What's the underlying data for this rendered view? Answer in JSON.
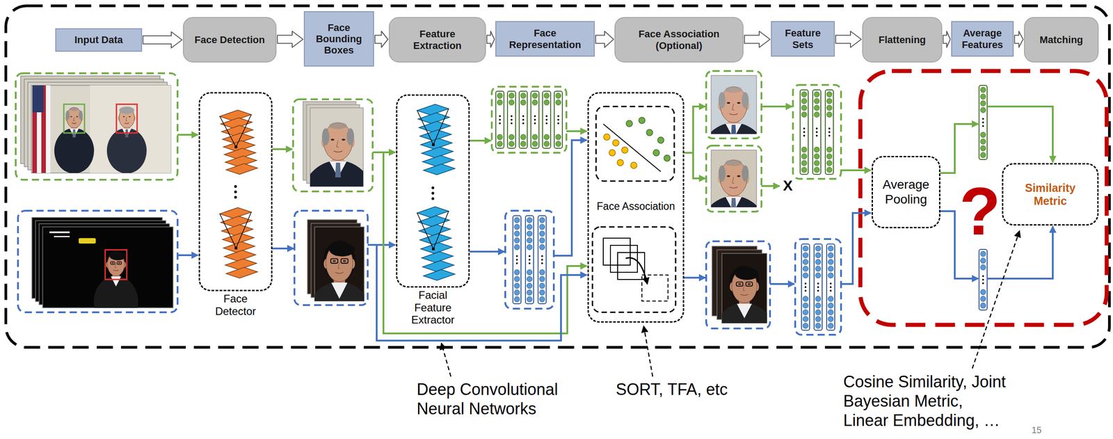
{
  "diagram": {
    "nodes": [
      {
        "text": [
          "Input Data"
        ]
      },
      {
        "text": [
          "Face Detection"
        ]
      },
      {
        "text": [
          "Face Bounding Boxes"
        ]
      },
      {
        "text": [
          "Feature Extraction"
        ]
      },
      {
        "text": [
          "Face Representation"
        ]
      },
      {
        "text": [
          "Face Association (Optional)"
        ]
      },
      {
        "text": [
          "Feature Sets"
        ]
      },
      {
        "text": [
          "Flattening"
        ]
      },
      {
        "text": [
          "Average Features"
        ]
      },
      {
        "text": [
          "Matching"
        ]
      },
      {
        "text": [
          "Face Detector"
        ]
      },
      {
        "text": [
          "Facial Feature Extractor"
        ]
      },
      {
        "text": [
          "Face Association"
        ]
      },
      {
        "text": [
          "Average Pooling"
        ]
      },
      {
        "text": [
          "Similarity Metric"
        ]
      }
    ],
    "edges": [
      {
        "from": 0,
        "to": 1,
        "arrow": "to"
      },
      {
        "from": 1,
        "to": 2,
        "arrow": "to"
      },
      {
        "from": 2,
        "to": 3,
        "arrow": "to"
      },
      {
        "from": 3,
        "to": 4,
        "arrow": "to"
      },
      {
        "from": 4,
        "to": 5,
        "arrow": "to"
      },
      {
        "from": 5,
        "to": 6,
        "arrow": "to"
      },
      {
        "from": 6,
        "to": 7,
        "arrow": "to"
      },
      {
        "from": 7,
        "to": 8,
        "arrow": "to"
      },
      {
        "from": 8,
        "to": 9,
        "arrow": "to"
      }
    ],
    "labels": [
      "X",
      "?",
      "Deep Convolutional Neural Networks",
      "SORT, TFA, etc",
      "Cosine Similarity, Joint Bayesian Metric, Linear Embedding, …",
      "15"
    ]
  }
}
